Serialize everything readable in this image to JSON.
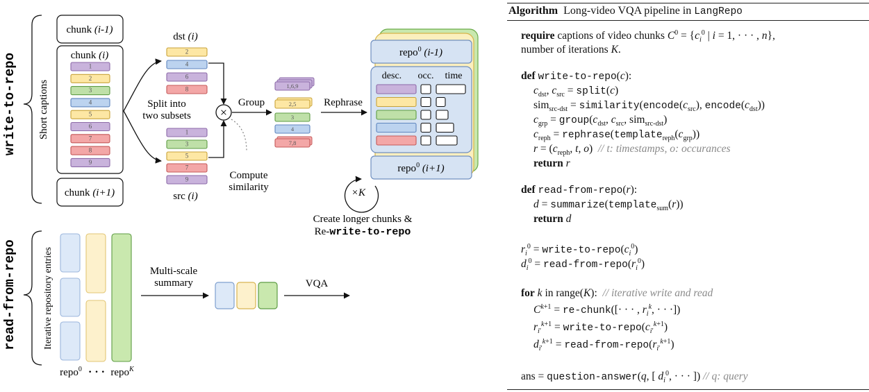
{
  "diagram": {
    "write_to_repo_label": "write-to-repo",
    "read_from_repo_label": "read-from-repo",
    "short_captions_label": "Short captions",
    "chunk_prev": {
      "name": "chunk",
      "idx": "(i-1)"
    },
    "chunk_cur": {
      "name": "chunk",
      "idx": "(i)"
    },
    "chunk_next": {
      "name": "chunk",
      "idx": "(i+1)"
    },
    "chunk_items": [
      "1",
      "2",
      "3",
      "4",
      "5",
      "6",
      "7",
      "8",
      "9"
    ],
    "split_label_1": "Split into",
    "split_label_2": "two subsets",
    "dst_label": {
      "name": "dst",
      "idx": "(i)"
    },
    "dst_items": [
      "2",
      "4",
      "6",
      "8"
    ],
    "src_label": {
      "name": "src",
      "idx": "(i)"
    },
    "src_items": [
      "1",
      "3",
      "5",
      "7",
      "9"
    ],
    "compute_label_1": "Compute",
    "compute_label_2": "similarity",
    "group_label": "Group",
    "multiply_symbol": "×",
    "grouped_items": [
      "1,6,9",
      "2,5",
      "3",
      "4",
      "7,8"
    ],
    "rephrase_label": "Rephrase",
    "repo_prev": {
      "name": "repo",
      "sup": "0",
      "idx": "(i-1)"
    },
    "repo_next": {
      "name": "repo",
      "sup": "0",
      "idx": "(i+1)"
    },
    "repo_columns": [
      "desc.",
      "occ.",
      "time"
    ],
    "loop_label": "×K",
    "longer_chunks_1": "Create longer chunks &",
    "longer_chunks_2_pre": "Re-",
    "longer_chunks_2_code": "write-to-repo",
    "iter_label": [
      "Iterative",
      "repository",
      "entries"
    ],
    "repo_first": {
      "name": "repo",
      "sup": "0"
    },
    "repo_dots": "· · ·",
    "repo_last": {
      "name": "repo",
      "sup": "K"
    },
    "multiscale_1": "Multi-scale",
    "multiscale_2": "summary",
    "vqa_label": "VQA",
    "colors": {
      "purple": "#c9b3dc",
      "purple_stroke": "#8c6aa8",
      "yellow": "#fde7a4",
      "yellow_stroke": "#c8a238",
      "green": "#bfe0a8",
      "green_stroke": "#5e9c44",
      "blue": "#bcd3ef",
      "blue_stroke": "#5f86bf",
      "red": "#f3a7a7",
      "red_stroke": "#c45858",
      "repo_bg": "#d6e3f3",
      "repo_stroke": "#6f8fbf",
      "green_stack": "#c9e8ae",
      "yellow_stack": "#fbefbe"
    }
  },
  "algorithm": {
    "title_bold": "Algorithm",
    "title_text": "Long-video VQA pipeline in",
    "title_code": "LangRepo"
  }
}
